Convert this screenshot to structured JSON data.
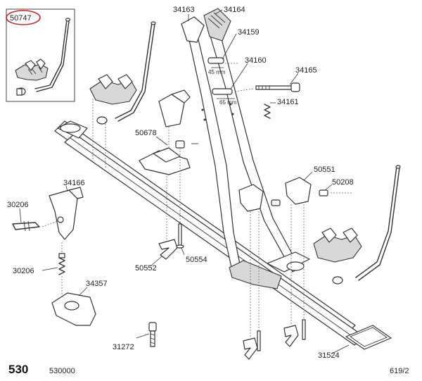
{
  "part_labels": {
    "p50747": "50747",
    "p34163": "34163",
    "p34164": "34164",
    "p34159": "34159",
    "p34160": "34160",
    "p34165": "34165",
    "p34161": "34161",
    "p50678": "50678",
    "p50551": "50551",
    "p50208": "50208",
    "p34166": "34166",
    "p30206a": "30206",
    "p30206b": "30206",
    "p34357": "34357",
    "p50552": "50552",
    "p50554": "50554",
    "p31272": "31272",
    "p31524": "31524"
  },
  "dimensions": {
    "d45": "45 mm",
    "d65": "65 mm"
  },
  "footer": {
    "page_code": "530",
    "catalog_number": "530000",
    "revision": "619/2"
  },
  "colors": {
    "highlight_ellipse": "#c0282d"
  }
}
